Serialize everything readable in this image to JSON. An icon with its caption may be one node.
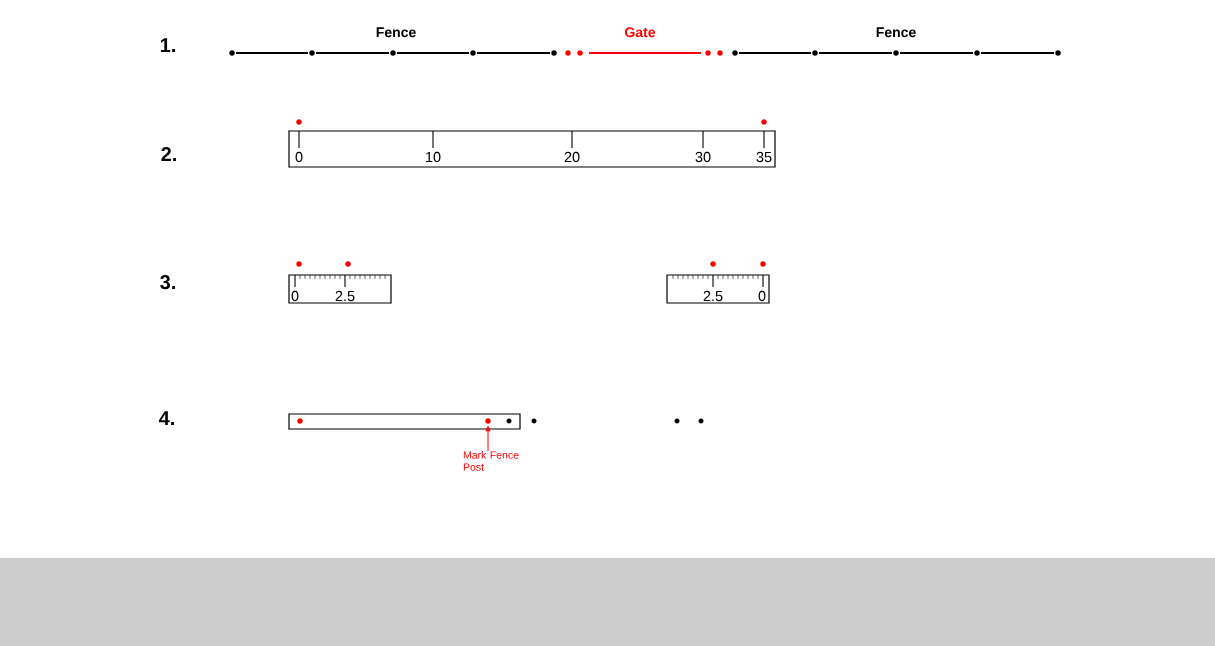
{
  "diagram": {
    "nodes": [
      {
        "text": [
          "0",
          "10",
          "20",
          "30",
          "35"
        ]
      },
      {
        "text": [
          "0",
          "2.5"
        ]
      },
      {
        "text": [
          "2.5",
          "0"
        ]
      },
      {
        "text": [],
        "shape": "box"
      },
      {
        "text": [],
        "shape": "circle",
        "in": 3
      },
      {
        "text": [
          "Mark Fence Post"
        ]
      }
    ],
    "edges": [
      {
        "from": 5,
        "to": 4,
        "arrow": "to",
        "color": "#ff0000"
      }
    ],
    "labels": [
      "1.",
      "Fence",
      "Gate",
      "Fence",
      "2.",
      "3.",
      "4."
    ]
  }
}
